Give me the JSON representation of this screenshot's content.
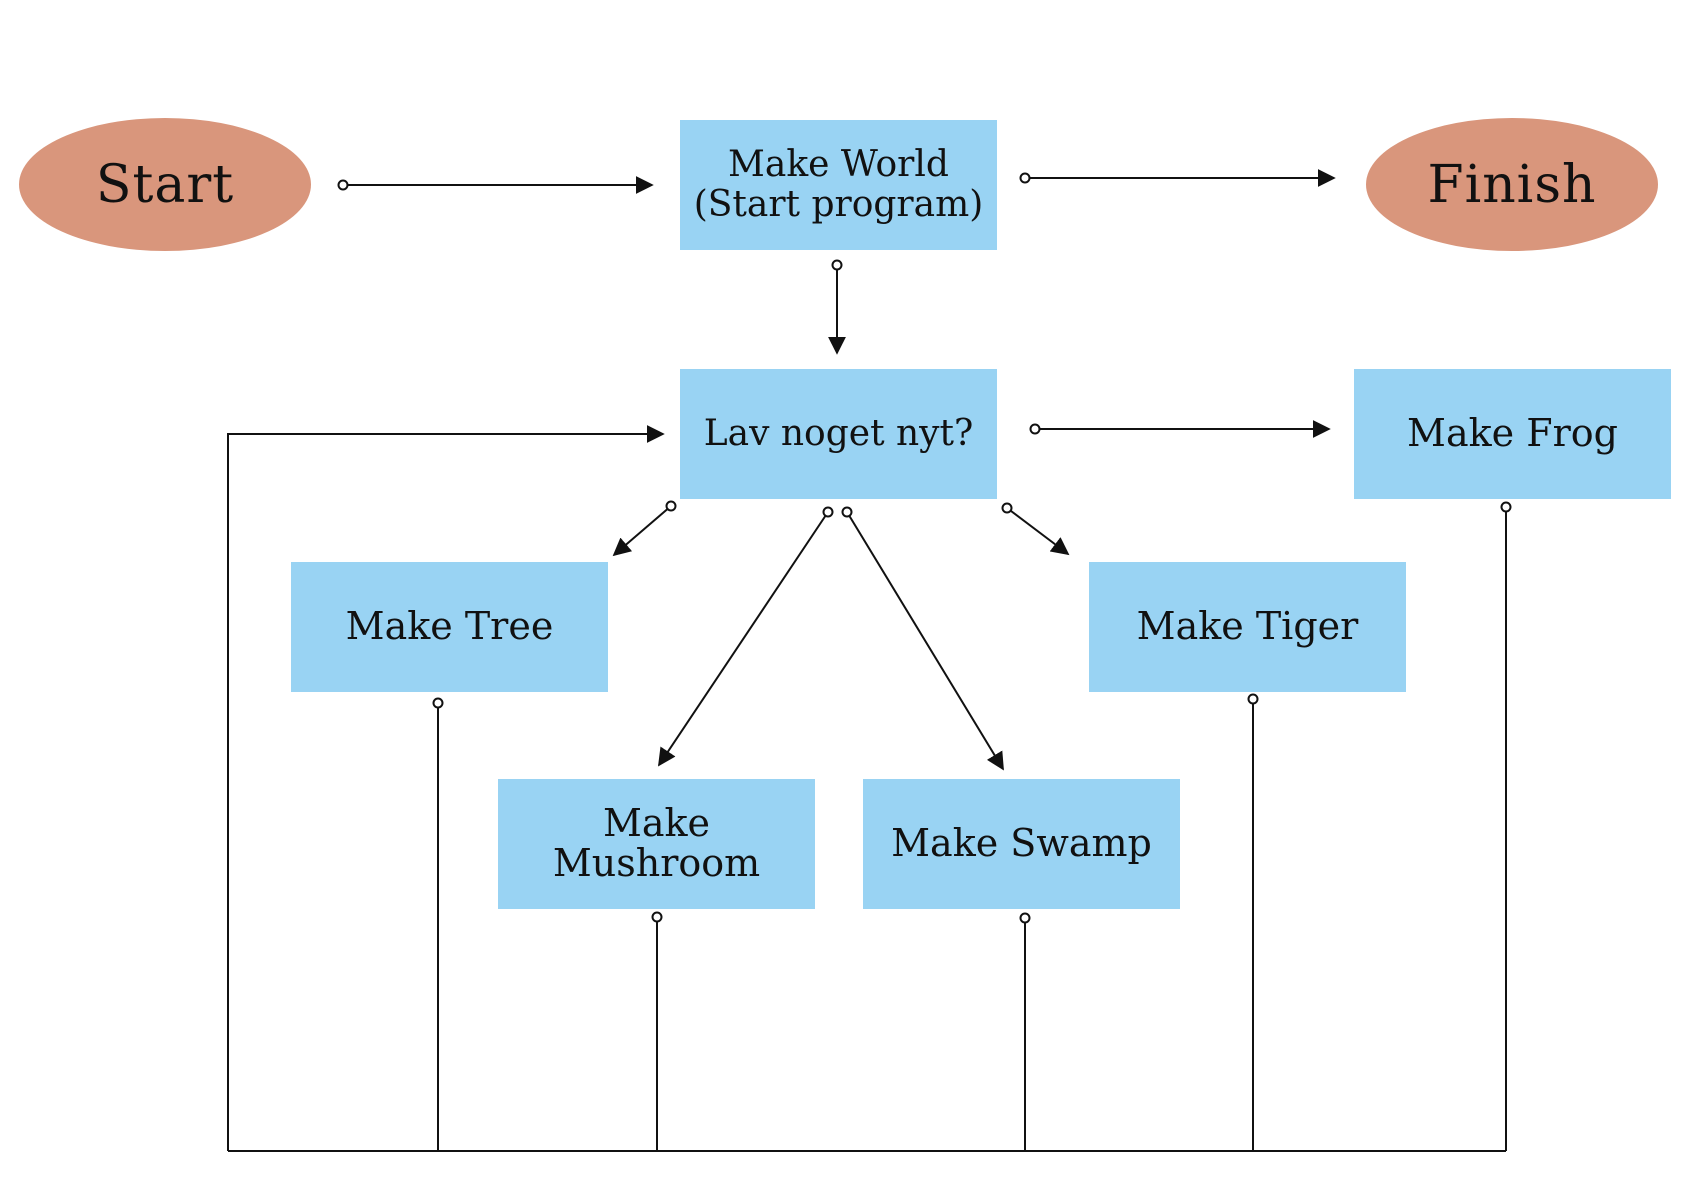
{
  "colors": {
    "terminal_fill": "#d9967c",
    "process_fill": "#99d3f3",
    "line": "#111111",
    "background": "#ffffff"
  },
  "nodes": {
    "start": {
      "label": "Start"
    },
    "finish": {
      "label": "Finish"
    },
    "make_world": {
      "line1": "Make World",
      "line2": "(Start program)"
    },
    "lav_noget_nyt": {
      "label": "Lav noget nyt?"
    },
    "make_frog": {
      "label": "Make Frog"
    },
    "make_tree": {
      "label": "Make Tree"
    },
    "make_tiger": {
      "label": "Make Tiger"
    },
    "make_mushroom": {
      "line1": "Make",
      "line2": "Mushroom"
    },
    "make_swamp": {
      "label": "Make Swamp"
    }
  },
  "edges": [
    {
      "from": "start",
      "to": "make_world"
    },
    {
      "from": "make_world",
      "to": "finish"
    },
    {
      "from": "make_world",
      "to": "lav_noget_nyt"
    },
    {
      "from": "lav_noget_nyt",
      "to": "make_frog"
    },
    {
      "from": "lav_noget_nyt",
      "to": "make_tree"
    },
    {
      "from": "lav_noget_nyt",
      "to": "make_mushroom"
    },
    {
      "from": "lav_noget_nyt",
      "to": "make_swamp"
    },
    {
      "from": "lav_noget_nyt",
      "to": "make_tiger"
    },
    {
      "from": "make_tree",
      "to": "lav_noget_nyt"
    },
    {
      "from": "make_mushroom",
      "to": "lav_noget_nyt"
    },
    {
      "from": "make_swamp",
      "to": "lav_noget_nyt"
    },
    {
      "from": "make_tiger",
      "to": "lav_noget_nyt"
    },
    {
      "from": "make_frog",
      "to": "lav_noget_nyt"
    }
  ]
}
